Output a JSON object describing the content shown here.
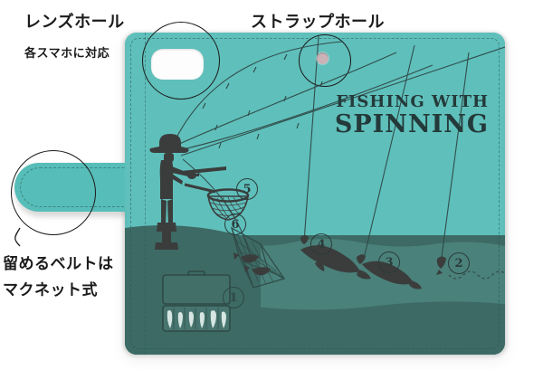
{
  "product": {
    "type": "smartphone-flip-case",
    "case_color": "#5fbfbb",
    "case_color_bottom": "#3d6a64",
    "belt_color": "#57bdb8",
    "accent_dark": "#2b3b3a",
    "background": "#ffffff"
  },
  "annotations": {
    "lens_hole_title": "レンズホール",
    "lens_hole_sub": "各スマホに対応",
    "strap_hole_title": "ストラップホール",
    "belt_line_1": "留めるベルトは",
    "belt_line_2": "マクネット式"
  },
  "artwork": {
    "title_line_1": "FISHING WITH",
    "title_line_2": "SPINNING",
    "scene": "fisherman silhouette on shore casting a spinning rod over water with fish, landing net, keepnet and tackle box",
    "badges": [
      {
        "number": "1",
        "label": "tackle-box"
      },
      {
        "number": "2",
        "label": "lure-retrieve"
      },
      {
        "number": "3",
        "label": "hooked-fish"
      },
      {
        "number": "4",
        "label": "fish-lifted"
      },
      {
        "number": "5",
        "label": "landing-net"
      },
      {
        "number": "6",
        "label": "keepnet"
      }
    ]
  },
  "features": {
    "lens_hole": "lens-hole-cutout",
    "strap_hole": "strap-hole-eyelet",
    "belt": "magnetic-closure-belt"
  }
}
